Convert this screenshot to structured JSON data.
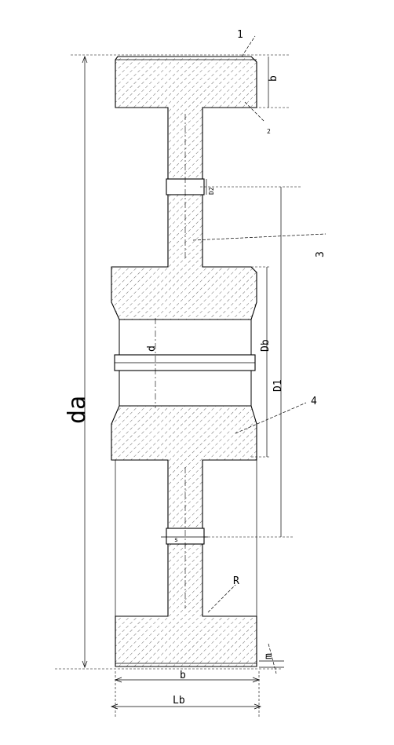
{
  "labels": {
    "part_1": "1",
    "part_2": "2",
    "part_3": "3",
    "part_4": "4",
    "dim_b_top": "b",
    "dim_b_bottom": "b",
    "dim_d2": "D2",
    "dim_db": "Db",
    "dim_d1": "D1",
    "dim_d": "d",
    "dim_da": "da",
    "dim_r": "R",
    "dim_m": "m",
    "dim_lb": "Lb",
    "dim_small": "s"
  }
}
